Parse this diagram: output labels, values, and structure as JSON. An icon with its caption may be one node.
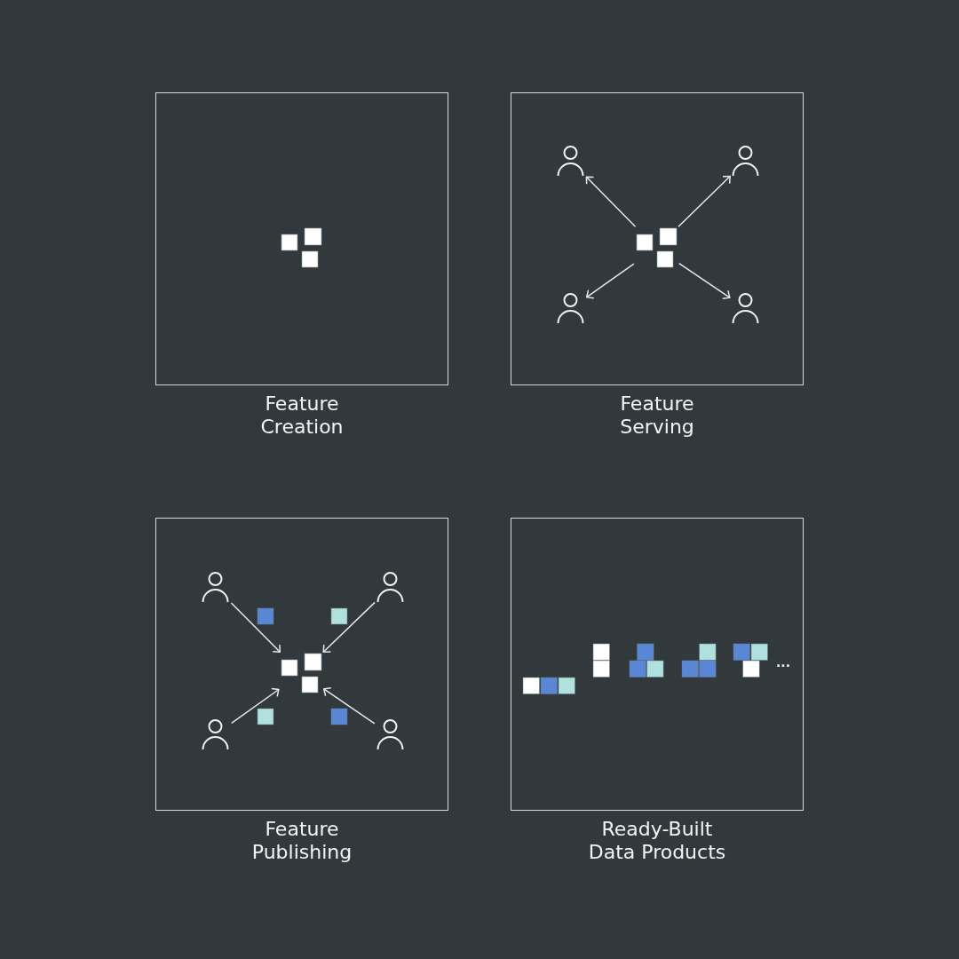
{
  "diagram": {
    "nodes": [
      {
        "text": [
          "Feature Creation"
        ]
      },
      {
        "text": [],
        "shape": "picture",
        "in": 0
      },
      {
        "text": [
          "Feature Serving"
        ]
      },
      {
        "text": [],
        "shape": "person",
        "in": 2
      },
      {
        "text": [],
        "shape": "person",
        "in": 2
      },
      {
        "text": [],
        "shape": "picture",
        "in": 2
      },
      {
        "text": [],
        "shape": "person",
        "in": 2
      },
      {
        "text": [],
        "shape": "person",
        "in": 2
      },
      {
        "text": [
          "Feature Publishing"
        ]
      },
      {
        "text": [],
        "shape": "person",
        "in": 8
      },
      {
        "text": [],
        "shape": "person",
        "in": 8
      },
      {
        "text": [],
        "shape": "picture",
        "in": 8
      },
      {
        "text": [],
        "shape": "person",
        "in": 8
      },
      {
        "text": [],
        "shape": "person",
        "in": 8
      },
      {
        "text": [
          "Ready-Built Data Products"
        ]
      }
    ],
    "edges": [
      {
        "from": 5,
        "to": 3,
        "arrow": "to"
      },
      {
        "from": 5,
        "to": 4,
        "arrow": "to"
      },
      {
        "from": 5,
        "to": 6,
        "arrow": "to"
      },
      {
        "from": 5,
        "to": 7,
        "arrow": "to"
      },
      {
        "from": 9,
        "to": 11,
        "arrow": "to"
      },
      {
        "from": 10,
        "to": 11,
        "arrow": "to"
      },
      {
        "from": 12,
        "to": 11,
        "arrow": "to"
      },
      {
        "from": 13,
        "to": 11,
        "arrow": "to"
      }
    ],
    "labels": [
      "..."
    ]
  }
}
